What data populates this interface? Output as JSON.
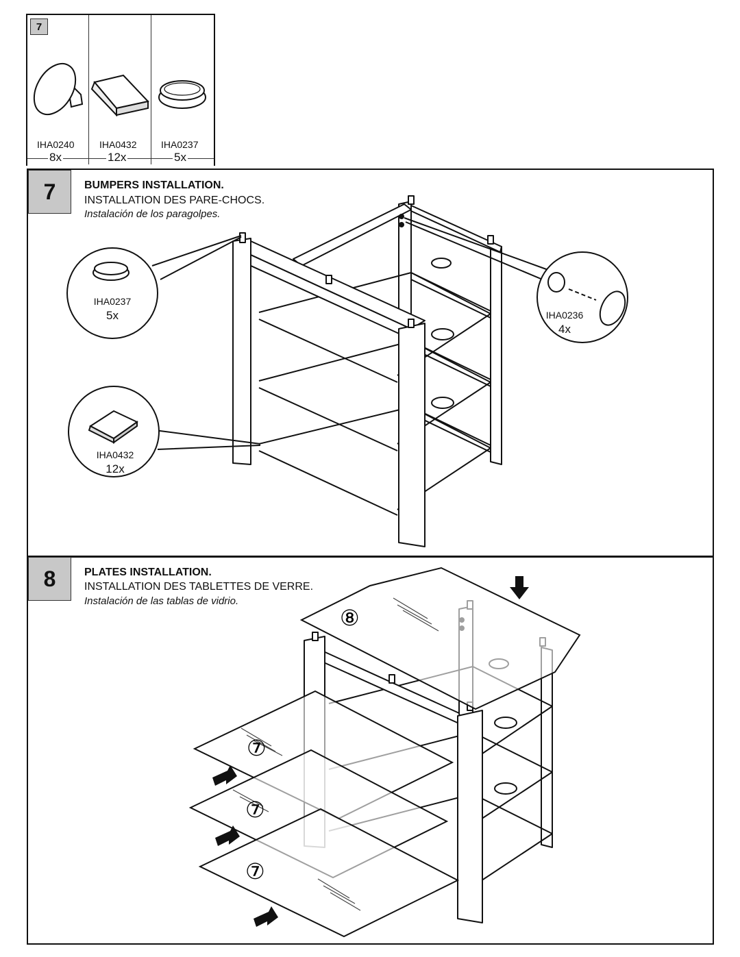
{
  "parts_box": {
    "step": "7",
    "parts": [
      {
        "code": "IHA0240",
        "qty": "8x"
      },
      {
        "code": "IHA0432",
        "qty": "12x"
      },
      {
        "code": "IHA0237",
        "qty": "5x"
      }
    ]
  },
  "step7": {
    "number": "7",
    "title_en": "BUMPERS INSTALLATION.",
    "title_fr": "INSTALLATION DES PARE-CHOCS.",
    "title_es": "Instalación de los paragolpes.",
    "callouts": [
      {
        "code": "IHA0237",
        "qty": "5x"
      },
      {
        "code": "IHA0432",
        "qty": "12x"
      },
      {
        "code": "IHA0236",
        "qty": "4x"
      }
    ]
  },
  "step8": {
    "number": "8",
    "title_en": "PLATES INSTALLATION.",
    "title_fr": "INSTALLATION DES TABLETTES DE VERRE.",
    "title_es": "Instalación de las tablas de vidrio.",
    "plate_labels": [
      "⑧",
      "⑦",
      "⑦",
      "⑦"
    ]
  }
}
